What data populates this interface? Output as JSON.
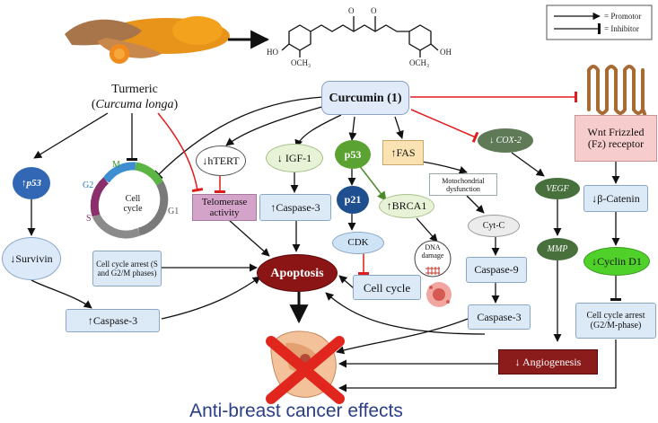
{
  "legend": {
    "promotor": "= Promotor",
    "inhibitor": "= Inhibitor"
  },
  "turmeric": {
    "label": "Turmeric",
    "sci_name": "Curcuma longa",
    "paren_open": "(",
    "paren_close": ")"
  },
  "curcumin": {
    "label": "Curcumin (1)"
  },
  "structure": {
    "ho_left": "HO",
    "och3_left": "OCH₃",
    "oh_right": "OH",
    "och3_right": "OCH₃",
    "o_1": "O",
    "o_2": "O"
  },
  "cell_cycle": {
    "title_line1": "Cell",
    "title_line2": "cycle",
    "phase_m": "M",
    "phase_g2": "G2",
    "phase_s": "S",
    "phase_g1": "G1"
  },
  "nodes": {
    "p53_left": "↑p53",
    "survivin": "↓Survivin",
    "caspase3_left": "↑Caspase-3",
    "cell_cycle_arrest_left": "Cell cycle arrest (S and G2/M phases)",
    "htert": "↓hTERT",
    "telomerase": "Telomerase activity",
    "igf1": "↓ IGF-1",
    "caspase3_mid": "↑Caspase-3",
    "apoptosis": "Apoptosis",
    "p53_mid": "p53",
    "p21": "p21",
    "cdk": "CDK",
    "brca1": "↑BRCA1",
    "dna_damage": "DNA damage",
    "cell_cycle_box": "Cell cycle",
    "fas": "↑FAS",
    "mito": "Motochondrial dysfunction",
    "cytc": "Cyt-C",
    "caspase9": "Caspase-9",
    "caspase3_right": "Caspase-3",
    "cox2": "↓ COX-2",
    "vegf": "VEGF",
    "mmp": "MMP",
    "angiogenesis": "↓ Angiogenesis",
    "wnt": "Wnt Frizzled (Fz) receptor",
    "bcatenin": "↓β-Catenin",
    "cyclind1": "↓Cyclin D1",
    "cell_cycle_arrest_right": "Cell cycle arrest (G2/M-phase)"
  },
  "footer": {
    "title": "Anti-breast cancer effects"
  },
  "colors": {
    "promotor": "#111111",
    "inhibitor": "#e01b1b",
    "apoptosis": "#8b1414",
    "angiogenesis": "#8b1c1c",
    "p53_left": "#3167b4",
    "p53_mid": "#5aa332",
    "p21": "#1f4f8e",
    "cox2": "#5f7a57",
    "vegf": "#47703c",
    "mmp": "#47703c",
    "wnt": "#f6cccc",
    "cyclind1": "#4fd12a",
    "telomerase": "#d3a3c9",
    "fas": "#fbe2b3",
    "igf1": "#e8f2d6",
    "footer": "#2a3f86"
  }
}
